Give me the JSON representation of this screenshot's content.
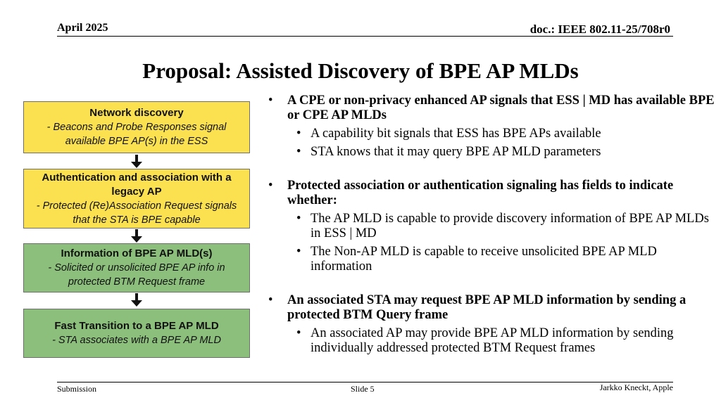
{
  "header": {
    "date": "April 2025",
    "doc": "doc.: IEEE 802.11-25/708r0"
  },
  "title": "Proposal: Assisted Discovery of BPE AP MLDs",
  "flow": [
    {
      "heading": "Network discovery",
      "body": "- Beacons and Probe Responses signal available BPE AP(s) in the ESS",
      "color": "#fbe14f"
    },
    {
      "heading": "Authentication and association with a legacy AP",
      "body": "- Protected (Re)Association Request signals that the STA is BPE capable",
      "color": "#fbe14f"
    },
    {
      "heading": "Information of BPE AP MLD(s)",
      "body": "- Solicited or unsolicited BPE AP info in protected BTM Request frame",
      "color": "#8cbf7c"
    },
    {
      "heading": "Fast Transition to a BPE AP MLD",
      "body": "- STA associates with a BPE AP MLD",
      "color": "#8cbf7c"
    }
  ],
  "bullets": [
    {
      "text": "A CPE or non-privacy enhanced AP signals that ESS | MD has available BPE or CPE AP MLDs",
      "sub": [
        "A capability bit signals that ESS has BPE APs available",
        "STA knows that it may query BPE AP MLD parameters"
      ]
    },
    {
      "text": "Protected association or authentication signaling has fields to indicate whether:",
      "sub": [
        "The AP MLD is capable to provide discovery information of BPE AP MLDs in ESS | MD",
        "The Non-AP MLD is capable to receive unsolicited BPE AP MLD information"
      ]
    },
    {
      "text": "An associated STA may request BPE AP MLD information by sending a protected BTM Query frame",
      "sub": [
        "An associated AP may provide BPE AP MLD information by sending individually addressed protected BTM Request frames"
      ]
    }
  ],
  "footer": {
    "left": "Submission",
    "center": "Slide 5",
    "right": "Jarkko Kneckt, Apple"
  }
}
